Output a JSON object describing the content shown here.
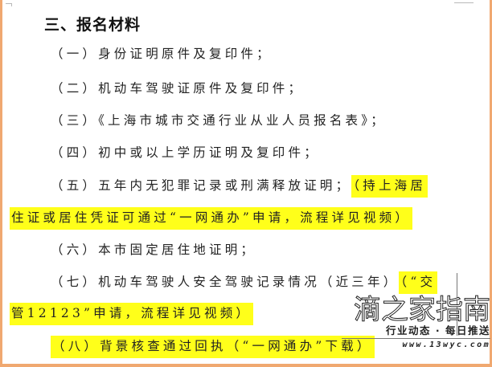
{
  "document": {
    "section_heading": "三、报名材料",
    "items": [
      {
        "label": "（一）身份证明原件及复印件；"
      },
      {
        "label": "（二）机动车驾驶证原件及复印件；"
      },
      {
        "label": "（三）《上海市城市交通行业从业人员报名表》；"
      },
      {
        "label": "（四）初中或以上学历证明及复印件；"
      },
      {
        "label": "（五）五年内无犯罪记录或刑满释放证明；",
        "highlight_1": "（持上海居",
        "highlight_2": "住证或居住凭证可通过“一网通办”申请，流程详见视频）"
      },
      {
        "label": "（六）本市固定居住地证明；"
      },
      {
        "label": "（七）机动车驾驶人安全驾驶记录情况（近三年）",
        "highlight_1": "（“交",
        "highlight_2": "管12123”申请，流程详见视频）"
      },
      {
        "label": "（八）背景核查通过回执（“一网通办”下载）"
      }
    ],
    "highlight_color": "#ffff1a",
    "border_color": "#f0a870"
  },
  "watermark": {
    "title": "滴之家指南",
    "subtitle": "行业动态 · 每日推送",
    "url": "www.13wyc.com"
  }
}
